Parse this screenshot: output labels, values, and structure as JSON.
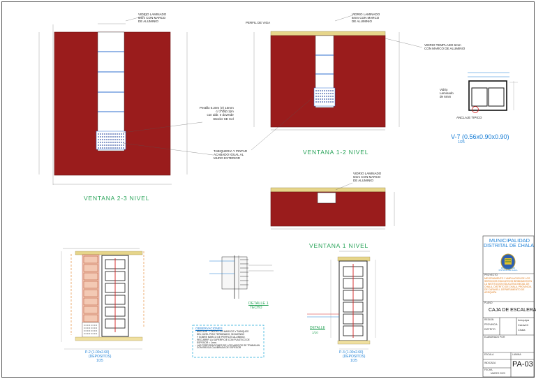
{
  "colors": {
    "wall": "#9a1c1c",
    "wall_edge": "#6a0f0f",
    "beam": "#e6d58a",
    "glass_line": "#2f6fcf",
    "cap_green": "#2aa45a",
    "blue": "#1a7fd6",
    "orange": "#e07b1a",
    "brick": "#d07a5a"
  },
  "views": {
    "v23": {
      "title": "VENTANA 2-3 NIVEL",
      "callout_top": "VIDRIO LAMINADO\n6mm CON MARCO\nDE ALUMINIO",
      "callout_mid": "Pestillo 0.20m (e) 10mm\nc/ 2\"Ø(0.1)m\ncon aldr. e doverde\nSteeler SE Cel",
      "callout_low": "TABIQUERIA Y PINTAR\nACABADO IGUAL AL\nMURO EXTERIOR"
    },
    "v12": {
      "title": "VENTANA 1-2 NIVEL",
      "callout_left": "PERFIL DE VIGA",
      "callout_top": "VIDRIO LAMINADO\n6mm CON MARCO\nDE ALUMINIO",
      "callout_right": "VIDRIO TEMPLADO 6mm\nCON MARCO DE ALUMINIO"
    },
    "v1": {
      "title": "VENTANA 1 NIVEL",
      "callout_top": "VIDRIO LAMINADO\n6mm CON MARCO\nDE ALUMINIO"
    },
    "v7": {
      "title": "V-7 (0.56x0.90x0.90)",
      "scale": "1/25",
      "glass_label": "Vidrio\nLaminado\nde 6mm",
      "anchor_label": "ANCLAJE TIPICO"
    },
    "p2": {
      "title": "P-2 (1.00x2.60)",
      "sub": "(DEPOSITOS)",
      "scale": "1/25"
    },
    "p3": {
      "title": "P-3 (1.00x2.60)",
      "sub": "(DEPOSITOS)",
      "scale": "1/25"
    },
    "detail": {
      "title": "DETALLE 1",
      "sub": "TECHO"
    },
    "detail2": {
      "title": "DETALLE",
      "sub": "1/10"
    },
    "spec": {
      "title": "OBSERVACIONES",
      "text": "- ANCLAJE : TODOS LOS MARCOS Y TABIQUES\n  DEL NIVEL PISO TERMINADO, SIGUIENDO\n  Y SOBRE MARCO DE PERFILES ALUMINIO.\n- RECUBRIR LA SUPERFICIE CON PLASTICO DE\n  ESPESOR = 1mm.\n- LAS PERFORACIONES DE LOS MARCOS SE TRABAJAN\n  CON BROCA CALIBRADA DE ESPESOR"
    }
  },
  "title_block": {
    "entity_line1": "MUNICIPALIDAD",
    "entity_line2": "DISTRITAL DE CHALA",
    "seal_text": "MUNICIPALIDAD\nDISTRITAL DE CHALA",
    "project_label": "PROYECTO",
    "project_text": "MEJORAMIENTO Y AMPLIACION DE LOS SERVICIOS EDUCATIVOS BRINDADOS EN LA INSTITUCION EDUCATIVA INICIAL DE CHALA, DISTRITO DE CHALA, PROVINCIA DE CARAVELI, DEPARTAMENTO DE AREQUIPA",
    "plan_label": "PLANO",
    "plan_text": "CAJA DE ESCALERA",
    "region": "Arequipa",
    "province": "Caraveli",
    "district": "Chala",
    "region_label": "REGION",
    "province_label": "PROVINCIA",
    "district_label": "DISTRITO",
    "designer_label": "ELABORADO POR",
    "sheet_label": "LAMINA",
    "sheet": "PA-03",
    "scale_label": "ESCALA",
    "scale": "INDICADA",
    "date_label": "FECHA",
    "date": "MARZO 2023"
  }
}
